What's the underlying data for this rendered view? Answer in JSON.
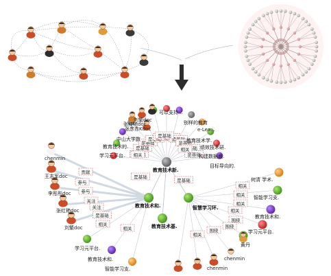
{
  "diagram": {
    "center_node": "教育技术新.",
    "branch_nodes": {
      "left": "教育技术和.",
      "right": "智慧学习环.",
      "bottom": "教育技术基."
    },
    "relations": {
      "xiangguan": "相关",
      "jichu": "是基础",
      "guanzhu": "关注",
      "canyu": "参与",
      "gongxian": "贡献",
      "weirao": "围绕"
    },
    "top_fan_labels": [
      "张彦赤Kdoc",
      "刘繁doc",
      "张红艳doc",
      "可以支持...",
      "别样的教育",
      "e-Lea...",
      "中山大学数",
      "教育技术学.",
      "绩效技术研.",
      "教育技术的.",
      "构建数据教.",
      "学习元平台.",
      "目标导向的."
    ],
    "left_people": [
      "chenmin",
      "王志军doc",
      "李彤彤doc",
      "张红艳doc",
      "刘繁doc"
    ],
    "left_lower_labels": [
      "学习元平台.",
      "教育技术和.",
      "智能学习支."
    ],
    "right_labels": [
      "何清 学术.",
      "智能学习支.",
      "教育技术和.",
      "学习元平台.",
      "黄丹"
    ],
    "bottom_people": [
      "chenmin",
      "chenmin",
      "chenmin"
    ]
  }
}
